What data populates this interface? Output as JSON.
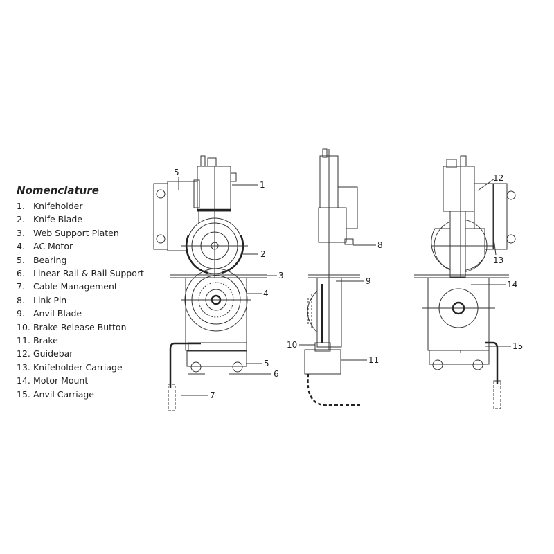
{
  "legend": {
    "title": "Nomenclature",
    "items": [
      {
        "num": "1.",
        "label": "Knifeholder"
      },
      {
        "num": "2.",
        "label": "Knife Blade"
      },
      {
        "num": "3.",
        "label": "Web Support Platen"
      },
      {
        "num": "4.",
        "label": "AC Motor"
      },
      {
        "num": "5.",
        "label": "Bearing"
      },
      {
        "num": "6.",
        "label": "Linear Rail & Rail Support"
      },
      {
        "num": "7.",
        "label": "Cable Management"
      },
      {
        "num": "8.",
        "label": "Link Pin"
      },
      {
        "num": "9.",
        "label": "Anvil Blade"
      },
      {
        "num": "10.",
        "label": "Brake Release Button"
      },
      {
        "num": "11.",
        "label": "Brake"
      },
      {
        "num": "12.",
        "label": "Guidebar"
      },
      {
        "num": "13.",
        "label": "Knifeholder Carriage"
      },
      {
        "num": "14.",
        "label": "Motor Mount"
      },
      {
        "num": "15.",
        "label": "Anvil Carriage"
      }
    ]
  },
  "callouts": {
    "c1": "1",
    "c2": "2",
    "c3": "3",
    "c4": "4",
    "c5a": "5",
    "c5b": "5",
    "c6": "6",
    "c7": "7",
    "c8": "8",
    "c9": "9",
    "c10": "10",
    "c11": "11",
    "c12": "12",
    "c13": "13",
    "c14": "14",
    "c15": "15"
  }
}
